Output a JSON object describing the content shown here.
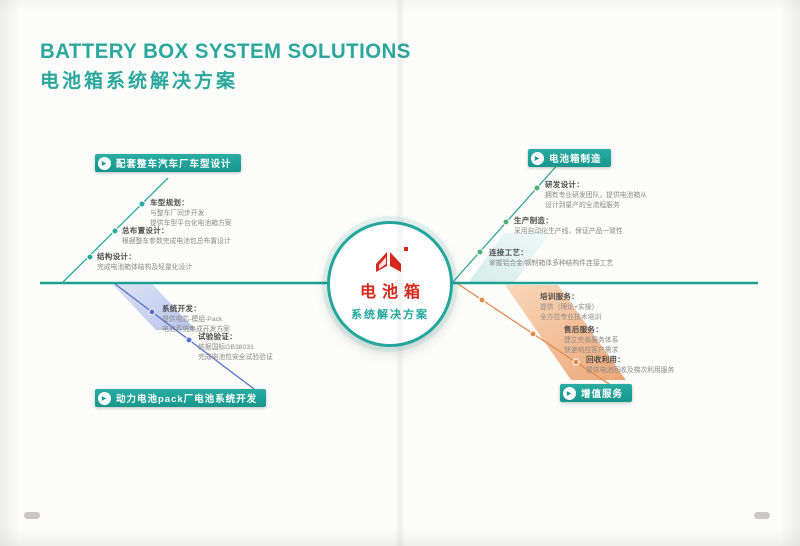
{
  "header": {
    "title_en": "BATTERY BOX SYSTEM SOLUTIONS",
    "title_cn": "电池箱系统解决方案"
  },
  "center": {
    "logo": "red-book-logo",
    "line1": "电池箱",
    "line2": "系统解决方案"
  },
  "branches": [
    {
      "label": "配套整车汽车厂车型设计",
      "badge": "▶",
      "items": [
        {
          "t": "车型规划：",
          "d": "与整车厂同步开发\n提供车型平台化电池箱方案"
        },
        {
          "t": "总布置设计：",
          "d": "根据整车参数完成电池包总布置设计"
        },
        {
          "t": "结构设计：",
          "d": "完成电池箱体结构及轻量化设计"
        }
      ]
    },
    {
      "label": "电池箱制造",
      "badge": "▶",
      "items": [
        {
          "t": "研发设计：",
          "d": "拥有专业研发团队，提供电池箱从\n设计到量产的全流程服务"
        },
        {
          "t": "生产制造：",
          "d": "采用自动化生产线，保证产品一致性"
        },
        {
          "t": "连接工艺：",
          "d": "掌握铝合金/钢制箱体多种结构件连接工艺"
        }
      ]
    },
    {
      "label": "动力电池pack厂电池系统开发",
      "badge": "▶",
      "items": [
        {
          "t": "系统开发：",
          "d": "提供电芯-模组-Pack\n电池系统集成开发方案"
        },
        {
          "t": "试验验证：",
          "d": "依据国标GB38031\n完成电池包安全试验验证"
        }
      ]
    },
    {
      "label": "增值服务",
      "badge": "▶",
      "items": [
        {
          "t": "培训服务：",
          "d": "提供（理论+实操）\n全方位专业技术培训"
        },
        {
          "t": "售后服务：",
          "d": "建立完善服务体系\n快速响应客户需求"
        },
        {
          "t": "回收利用：",
          "d": "提供电池回收及梯次利用服务"
        }
      ]
    }
  ],
  "colors": {
    "accent_teal": "#23a79d",
    "brand_red": "#d7281d",
    "branch_blue": "#5773c9",
    "branch_green": "#4bae74",
    "branch_orange": "#e08a4e",
    "band_peach": "#efa173",
    "band_blue": "#aab8e8"
  }
}
